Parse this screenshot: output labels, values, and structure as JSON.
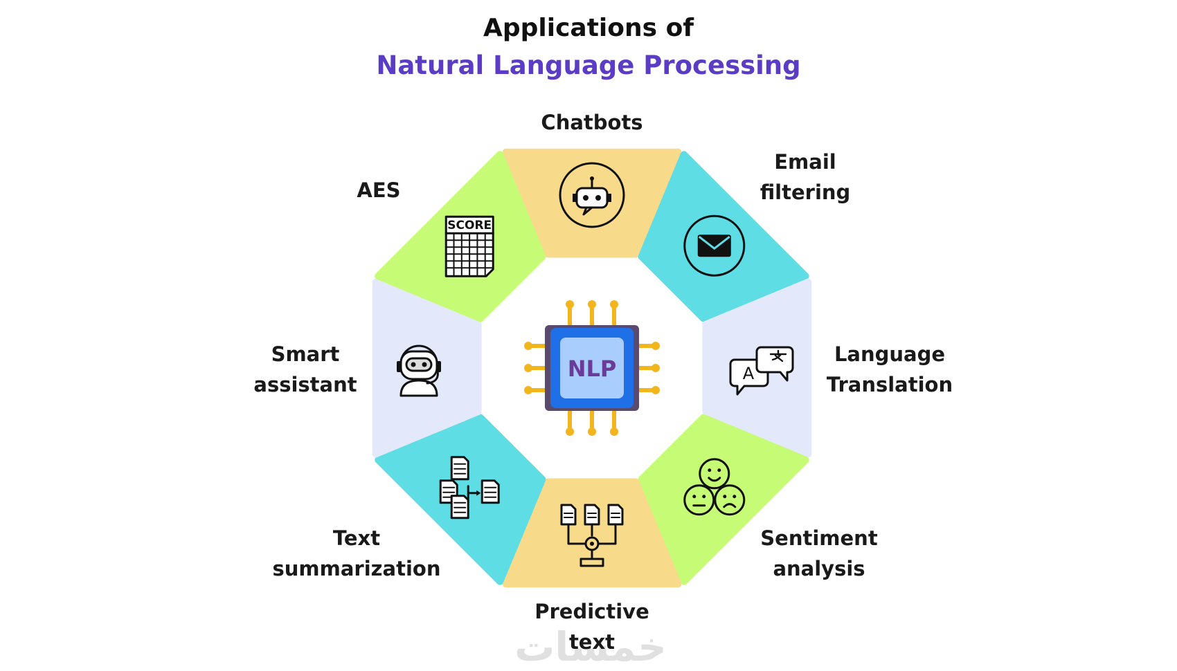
{
  "header": {
    "title_line1": "Applications of",
    "title_line2": "Natural Language Processing"
  },
  "center": {
    "label": "NLP"
  },
  "segments": [
    {
      "id": "chatbots",
      "label_lines": [
        "Chatbots"
      ],
      "color": "#f8da8b",
      "icon": "robot-head-icon"
    },
    {
      "id": "email-filtering",
      "label_lines": [
        "Email",
        "filtering"
      ],
      "color": "#5fdde4",
      "icon": "envelope-icon"
    },
    {
      "id": "language-translation",
      "label_lines": [
        "Language",
        "Translation"
      ],
      "color": "#e3e8fb",
      "icon": "translate-speech-bubbles-icon"
    },
    {
      "id": "sentiment-analysis",
      "label_lines": [
        "Sentiment",
        "analysis"
      ],
      "color": "#c6fb75",
      "icon": "emoji-faces-icon"
    },
    {
      "id": "predictive-text",
      "label_lines": [
        "Predictive",
        "text"
      ],
      "color": "#f8da8b",
      "icon": "documents-flow-gear-icon"
    },
    {
      "id": "text-summarization",
      "label_lines": [
        "Text",
        "summarization"
      ],
      "color": "#5fdde4",
      "icon": "document-summary-icon"
    },
    {
      "id": "smart-assistant",
      "label_lines": [
        "Smart",
        "assistant"
      ],
      "color": "#e3e8fb",
      "icon": "assistant-robot-icon"
    },
    {
      "id": "aes",
      "label_lines": [
        "AES"
      ],
      "color": "#c6fb75",
      "icon": "score-sheet-icon",
      "icon_text": "SCORE"
    }
  ],
  "watermark": {
    "text": "خمسات"
  },
  "colors": {
    "title_dark": "#111111",
    "title_accent": "#5b3cc4",
    "chip_blue": "#1f6fe6",
    "chip_inner": "#a9cdfc",
    "chip_frame": "#5a4a6e",
    "chip_pins": "#f2b51e",
    "nlp_text": "#6a3b98"
  }
}
